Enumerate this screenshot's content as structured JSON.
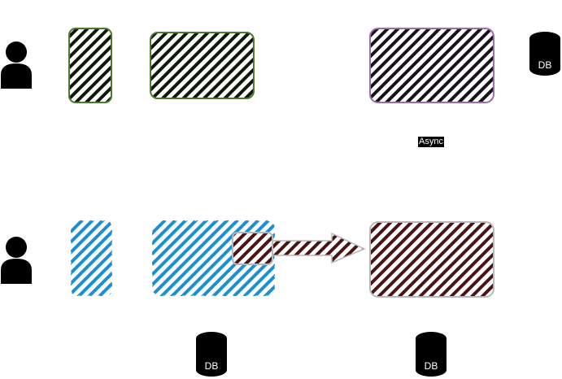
{
  "diagram": {
    "connector_label": "Async",
    "databases": [
      {
        "label": "DB"
      },
      {
        "label": "DB"
      },
      {
        "label": "DB"
      }
    ],
    "colors": {
      "green_fill": "#0d1a0a",
      "green_stroke": "#4a7a2e",
      "purple_fill": "#1a1020",
      "purple_stroke": "#9a6fa8",
      "blue_fill": "#1b8fd1",
      "maroon_fill": "#4a1414",
      "gray_stroke": "#b8b8b8",
      "black": "#000000"
    }
  }
}
